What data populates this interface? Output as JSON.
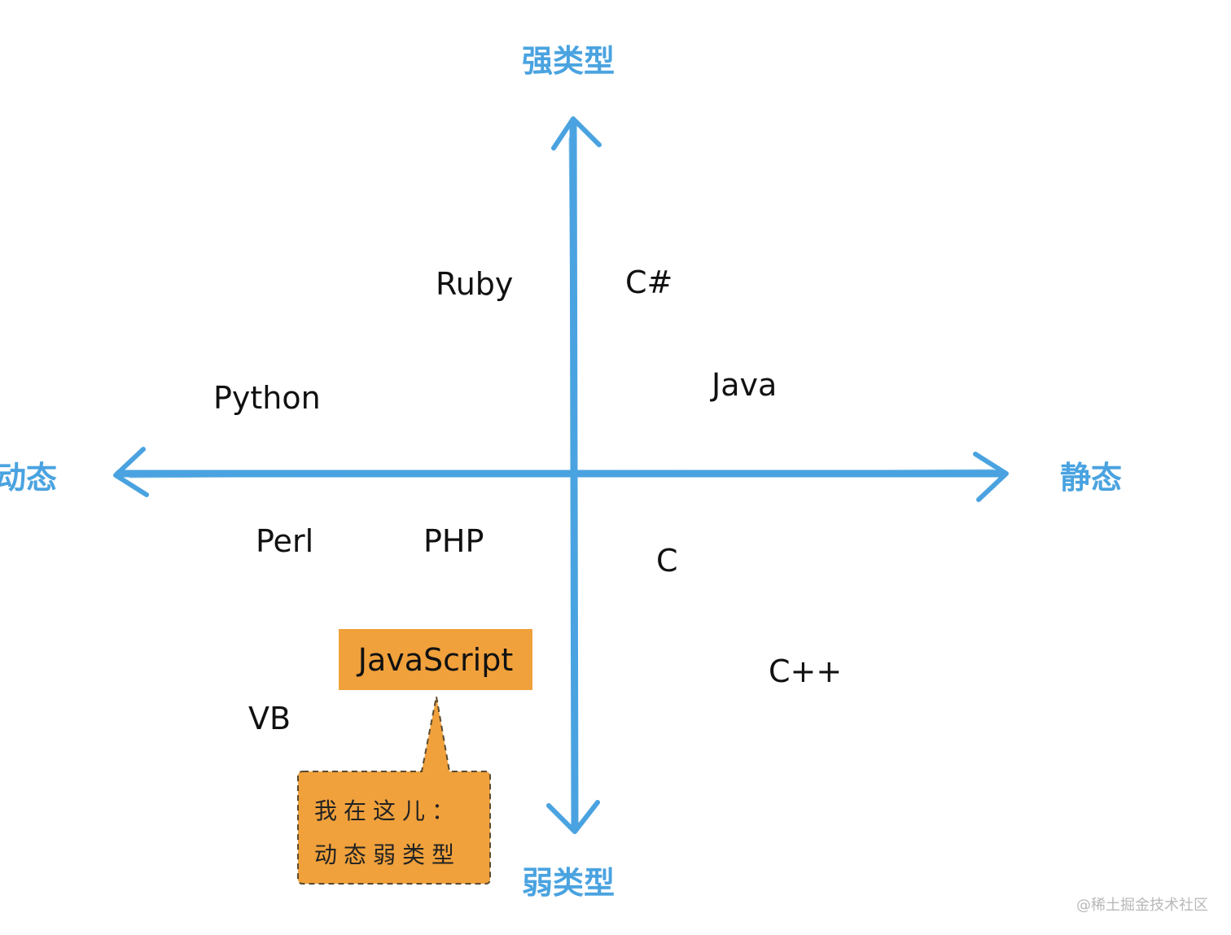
{
  "axes": {
    "top": "强类型",
    "bottom": "弱类型",
    "left": "动态",
    "right": "静态"
  },
  "languages": {
    "ruby": "Ruby",
    "csharp": "C#",
    "python": "Python",
    "java": "Java",
    "perl": "Perl",
    "php": "PHP",
    "c": "C",
    "javascript": "JavaScript",
    "vb": "VB",
    "cpp": "C++"
  },
  "callout": {
    "line1": "我在这儿：",
    "line2": "动态弱类型"
  },
  "colors": {
    "axis": "#4aa3e0",
    "highlight": "#f0a13c",
    "text": "#111111"
  },
  "watermark": "@稀土掘金技术社区"
}
